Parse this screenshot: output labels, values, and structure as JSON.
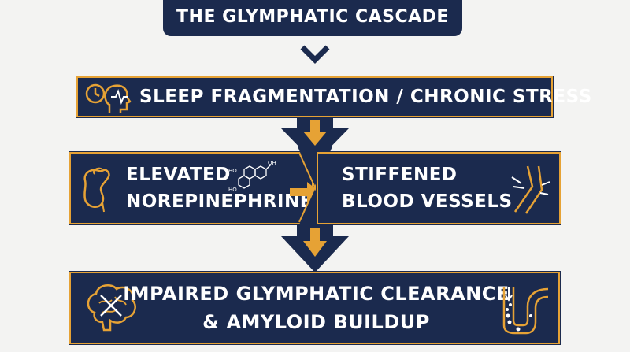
{
  "title": "THE GLYMPHATIC CASCADE",
  "steps": {
    "sleep": "SLEEP FRAGMENTATION / CHRONIC STRESS",
    "norepinephrine": {
      "line1": "ELEVATED",
      "line2": "NOREPINEPHRINE"
    },
    "vessels": {
      "line1": "STIFFENED",
      "line2": "BLOOD VESSELS"
    },
    "clearance": {
      "line1": "IMPAIRED GLYMPHATIC CLEARANCE",
      "line2": "& AMYLOID BUILDUP"
    }
  },
  "molecule_labels": {
    "ho_top": "HO",
    "oh": "OH",
    "ho_bottom": "HO"
  },
  "icons": [
    "clock-icon",
    "head-pulse-icon",
    "adrenal-gland-icon",
    "molecule-icon",
    "stiff-vessel-icon",
    "brain-icon",
    "clogged-pipe-icon"
  ],
  "colors": {
    "navy": "#1b2a4e",
    "gold": "#e6a235",
    "background": "#f3f3f2"
  }
}
